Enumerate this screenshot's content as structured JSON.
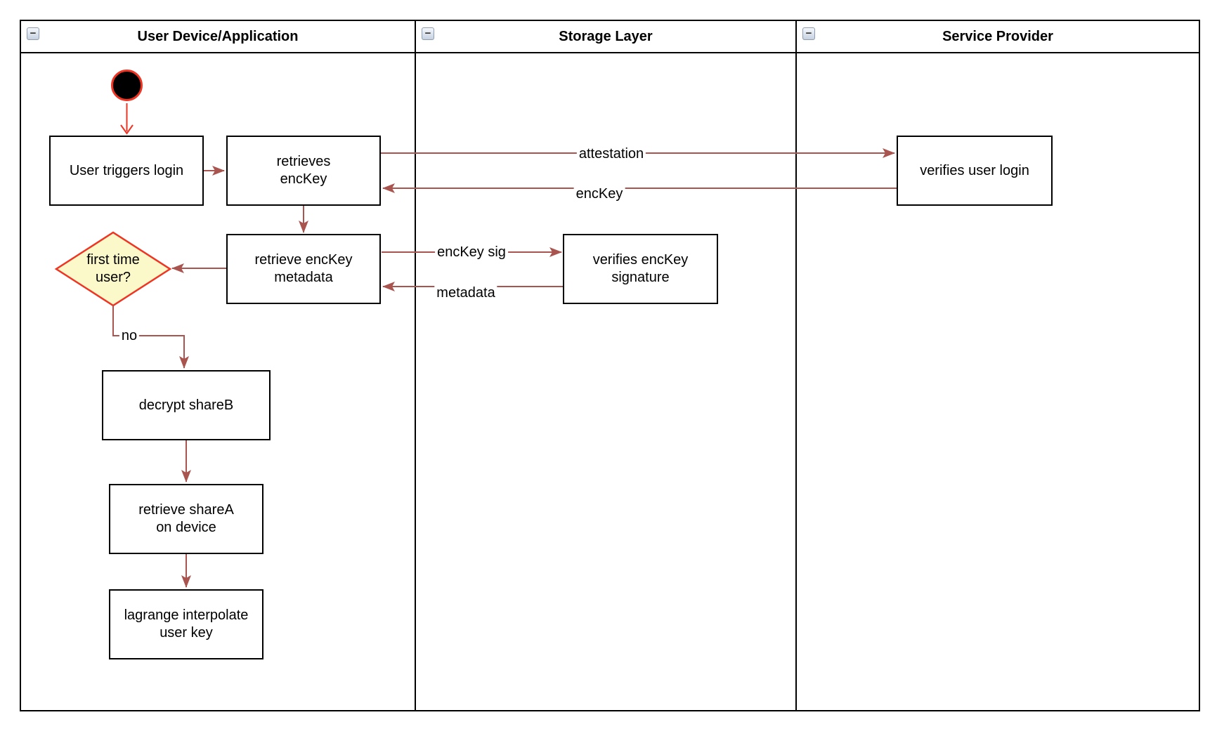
{
  "lanes": [
    {
      "id": "user-device",
      "title": "User Device/Application"
    },
    {
      "id": "storage-layer",
      "title": "Storage Layer"
    },
    {
      "id": "service-provider",
      "title": "Service Provider"
    }
  ],
  "icons": {
    "collapse_glyph": "−",
    "collapse_name": "collapse-minus-icon"
  },
  "nodes": {
    "start": {
      "type": "initial-node"
    },
    "user_triggers_login": {
      "label": "User triggers login"
    },
    "retrieves_enckey": {
      "label": "retrieves\nencKey"
    },
    "retrieve_enckey_metadata": {
      "label": "retrieve encKey\nmetadata"
    },
    "first_time_user": {
      "label": "first time\nuser?"
    },
    "decrypt_shareb": {
      "label": "decrypt shareB"
    },
    "retrieve_sharea": {
      "label": "retrieve shareA\non device"
    },
    "lagrange_interpolate": {
      "label": "lagrange interpolate\nuser key"
    },
    "verifies_enckey_signature": {
      "label": "verifies encKey\nsignature"
    },
    "verifies_user_login": {
      "label": "verifies user login"
    }
  },
  "edge_labels": {
    "attestation": "attestation",
    "enckey": "encKey",
    "enckey_sig": "encKey sig",
    "metadata": "metadata",
    "no": "no"
  },
  "colors": {
    "arrow": "#a9544e",
    "accent_red": "#ee3524",
    "diamond_fill": "#fbf8c9",
    "node_border": "#000000",
    "node_fill": "#ffffff",
    "lane_border": "#000000",
    "collapse_btn_bg": "#d5deea"
  }
}
